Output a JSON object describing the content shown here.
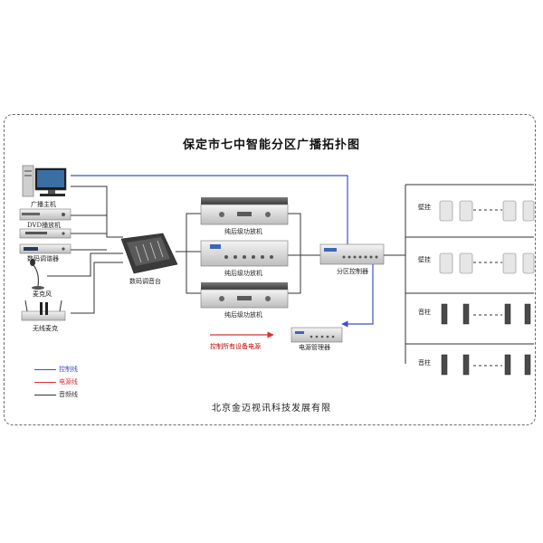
{
  "title": "保定市七中智能分区广播拓扑图",
  "company": "北京金迈视讯科技发展有限",
  "colors": {
    "control": "#3f4fd0",
    "power": "#d93030",
    "audio": "#333333"
  },
  "devices": {
    "broadcast_host": "广播主机",
    "dvd_player": "DVD播放机",
    "digital_tuner": "数码调谐器",
    "microphone": "麦克风",
    "wireless_mic": "无线麦克",
    "mixer": "数码调音台",
    "amp_top": "纯后级功放机",
    "amp_mid": "纯后级功放机",
    "amp_bottom": "纯后级功放机",
    "zone_controller": "分区控制器",
    "power_manager": "电源管理器"
  },
  "power_note": "控制所有设备电源",
  "zones": [
    {
      "label": "壁挂"
    },
    {
      "label": "壁挂"
    },
    {
      "label": "音柱"
    },
    {
      "label": "音柱"
    }
  ],
  "legend": [
    {
      "label": "控制线",
      "color": "#3f4fd0"
    },
    {
      "label": "电源线",
      "color": "#d93030"
    },
    {
      "label": "音频线",
      "color": "#333333"
    }
  ]
}
